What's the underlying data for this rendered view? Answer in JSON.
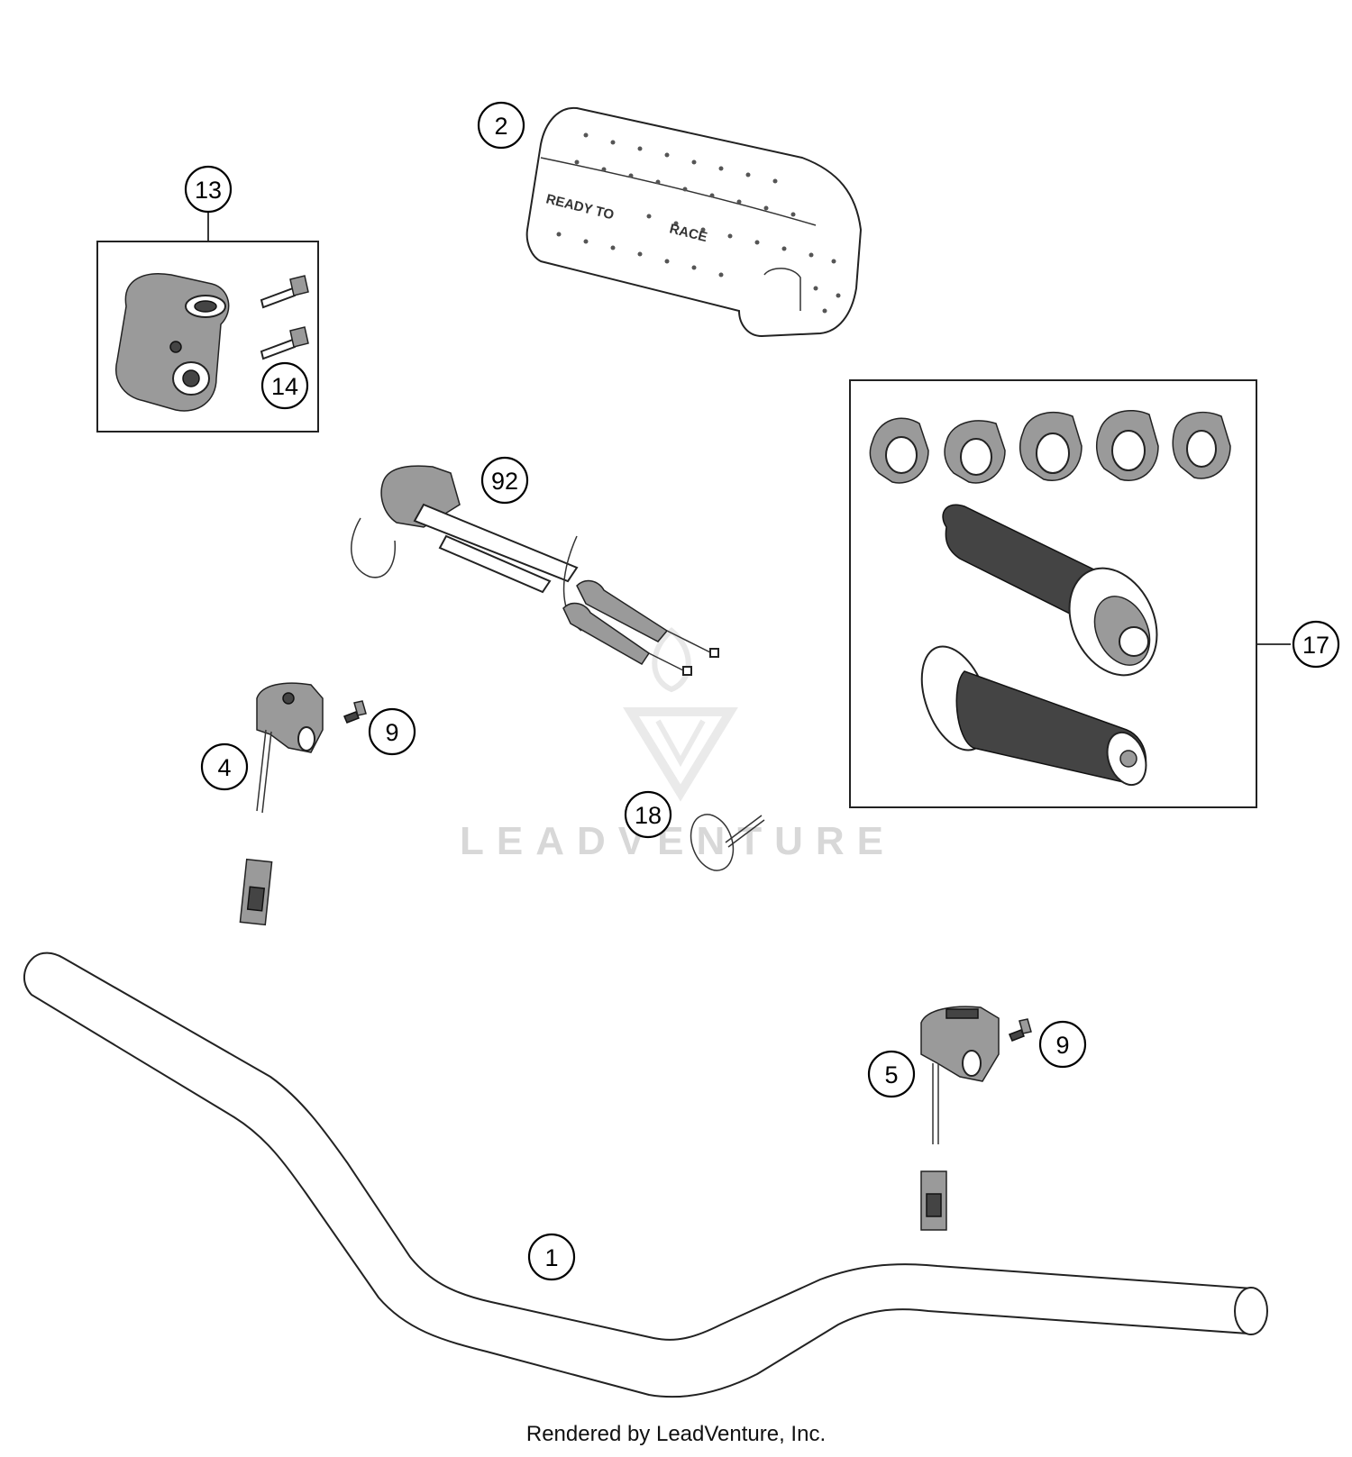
{
  "diagram": {
    "callouts": {
      "c1": "1",
      "c2": "2",
      "c4": "4",
      "c5": "5",
      "c9a": "9",
      "c9b": "9",
      "c13": "13",
      "c14": "14",
      "c17": "17",
      "c18": "18",
      "c92": "92"
    },
    "pad_print": {
      "left": "READY TO",
      "right": "RACE"
    }
  },
  "watermark": {
    "brand": "LEADVENTURE"
  },
  "footer": {
    "credit": "Rendered by LeadVenture, Inc."
  }
}
